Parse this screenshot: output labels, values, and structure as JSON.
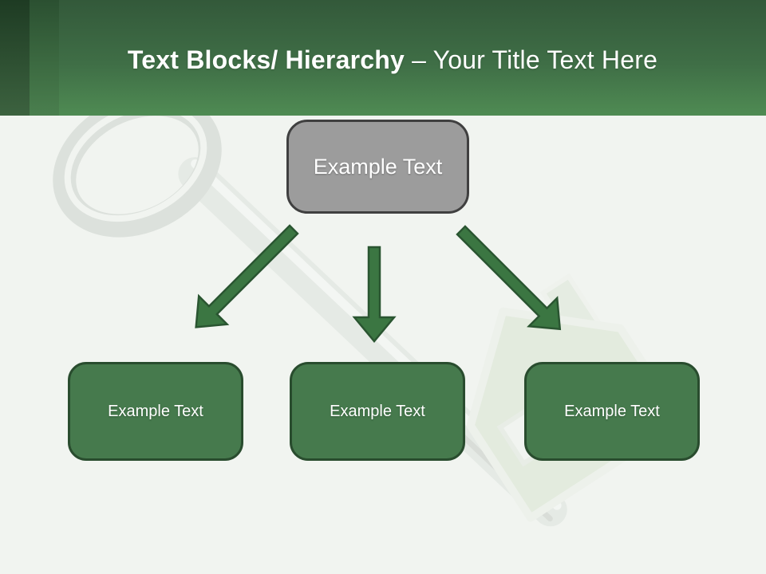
{
  "slide": {
    "header": {
      "title_bold": "Text Blocks/ Hierarchy",
      "title_regular": "– Your Title Text Here"
    },
    "diagram": {
      "root": {
        "label": "Example Text"
      },
      "children": [
        {
          "label": "Example Text"
        },
        {
          "label": "Example Text"
        },
        {
          "label": "Example Text"
        }
      ]
    },
    "watermark": {
      "description": "faded key with house-shaped head"
    },
    "colors": {
      "header_top": "#33593a",
      "header_bottom": "#4f8b53",
      "stripe_dark": "#1e3b23",
      "stripe_mid": "#2b5031",
      "background": "#f1f4f0",
      "root_fill": "#9c9c9c",
      "root_border": "#404040",
      "child_fill": "#467a4d",
      "child_border": "#294c2e",
      "arrow_fill": "#3b7642",
      "arrow_stroke": "#2a5531",
      "title_text": "#ffffff"
    }
  }
}
